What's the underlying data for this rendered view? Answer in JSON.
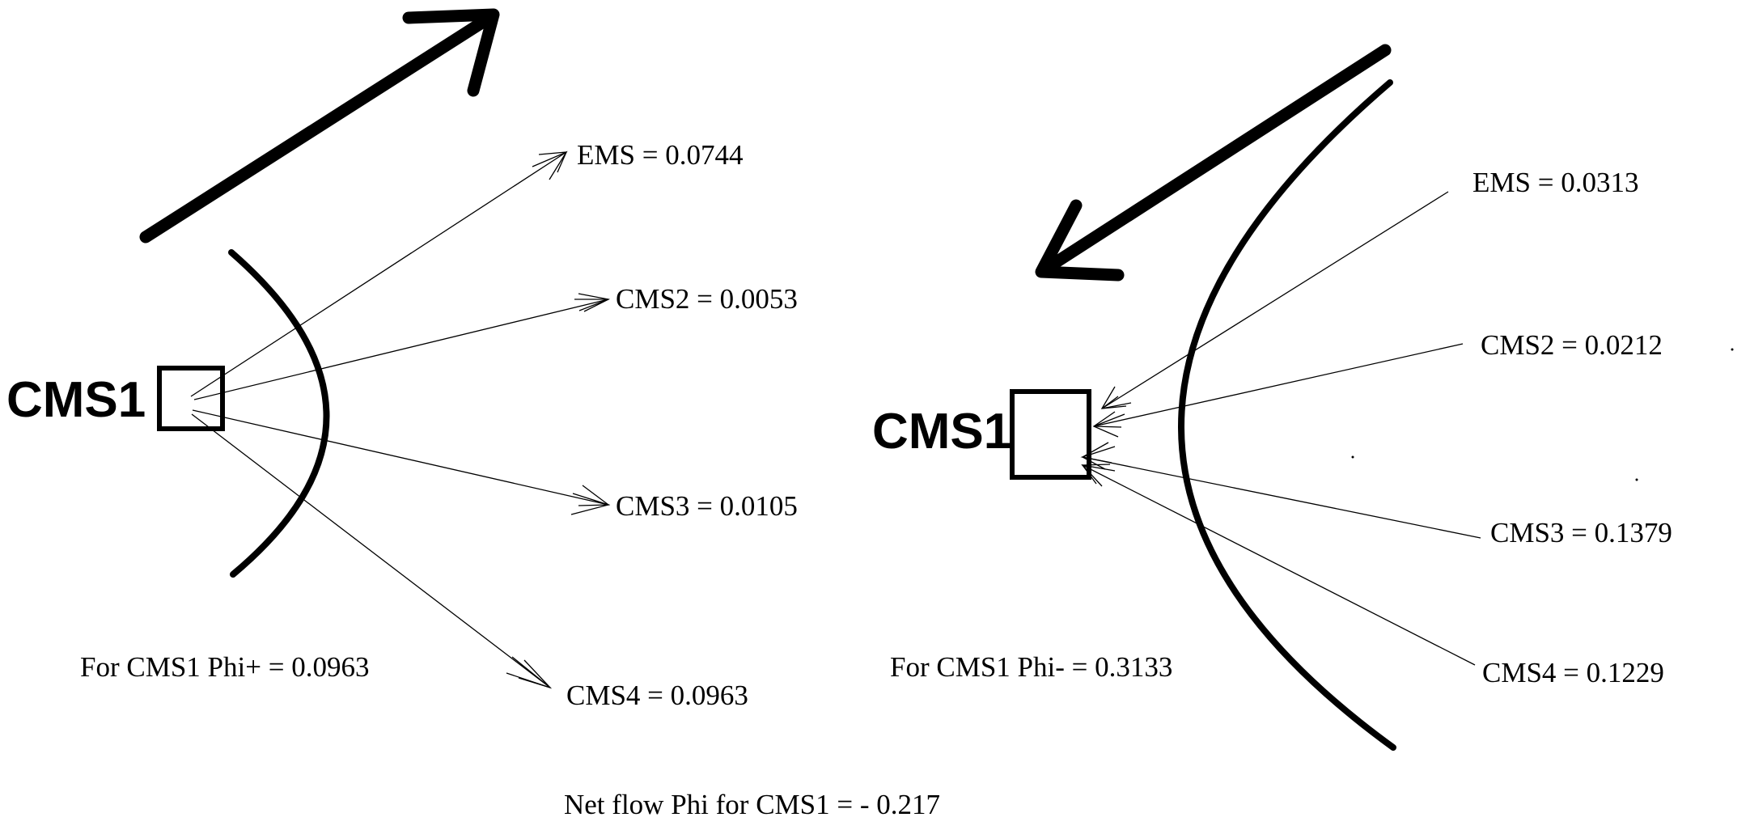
{
  "left": {
    "node_label": "CMS1",
    "targets": [
      {
        "label": "EMS = 0.0744"
      },
      {
        "label": "CMS2 = 0.0053"
      },
      {
        "label": "CMS3 = 0.0105"
      },
      {
        "label": "CMS4 = 0.0963"
      }
    ],
    "summary": "For CMS1 Phi+ = 0.0963"
  },
  "right": {
    "node_label": "CMS1",
    "sources": [
      {
        "label": "EMS = 0.0313"
      },
      {
        "label": "CMS2 = 0.0212"
      },
      {
        "label": "CMS3 = 0.1379"
      },
      {
        "label": "CMS4 = 0.1229"
      }
    ],
    "summary": "For CMS1 Phi- = 0.3133"
  },
  "net_flow": "Net flow Phi for CMS1 = - 0.217"
}
